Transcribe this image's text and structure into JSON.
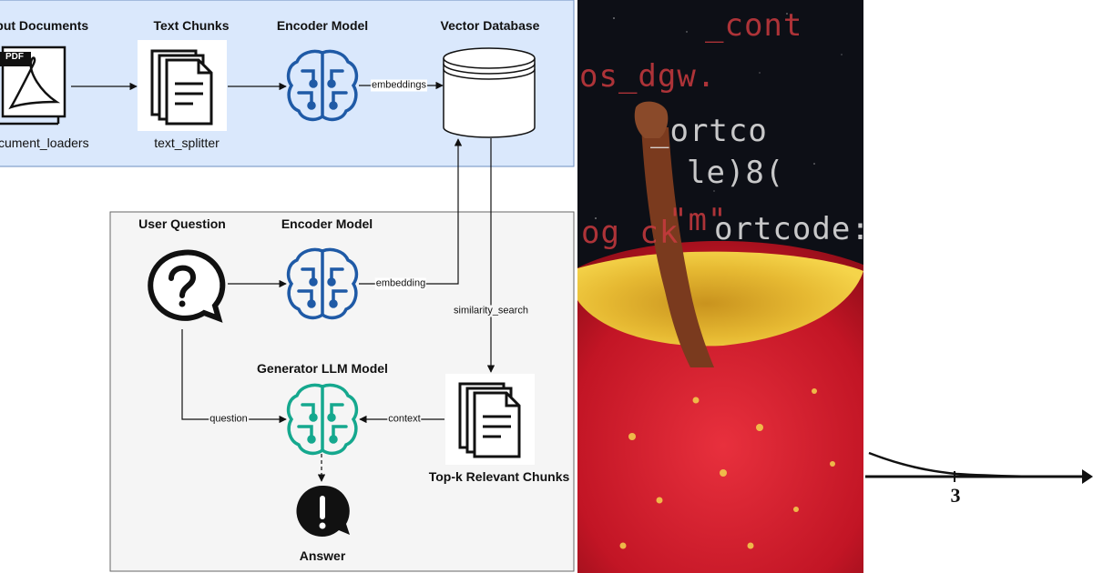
{
  "indexing": {
    "input_title": "Input Documents",
    "input_label": "document_loaders",
    "pdf_badge": "PDF",
    "chunks_title": "Text Chunks",
    "chunks_label": "text_splitter",
    "encoder_title": "Encoder Model",
    "db_title": "Vector Database",
    "edge_embeddings": "embeddings"
  },
  "retrieval": {
    "question_title": "User Question",
    "encoder_title": "Encoder Model",
    "generator_title": "Generator LLM Model",
    "topk_title": "Top-k Relevant Chunks",
    "answer_title": "Answer",
    "edge_embedding": "embedding",
    "edge_similarity": "similarity_search",
    "edge_question": "question",
    "edge_context": "context"
  },
  "photo": {
    "code_lines": [
      "_cont",
      "os_dgw.",
      "_ortco",
      "le)8(",
      "\"m\"",
      "ortcode:",
      "og  ck"
    ]
  },
  "curve_plot": {
    "tick_label": "3"
  },
  "colors": {
    "index_panel": "#dae8fc",
    "retrieval_panel": "#f5f5f5",
    "encoder_blue": "#1f5aa6",
    "generator_teal": "#15a88e",
    "apple_red": "#cf1b2b"
  }
}
